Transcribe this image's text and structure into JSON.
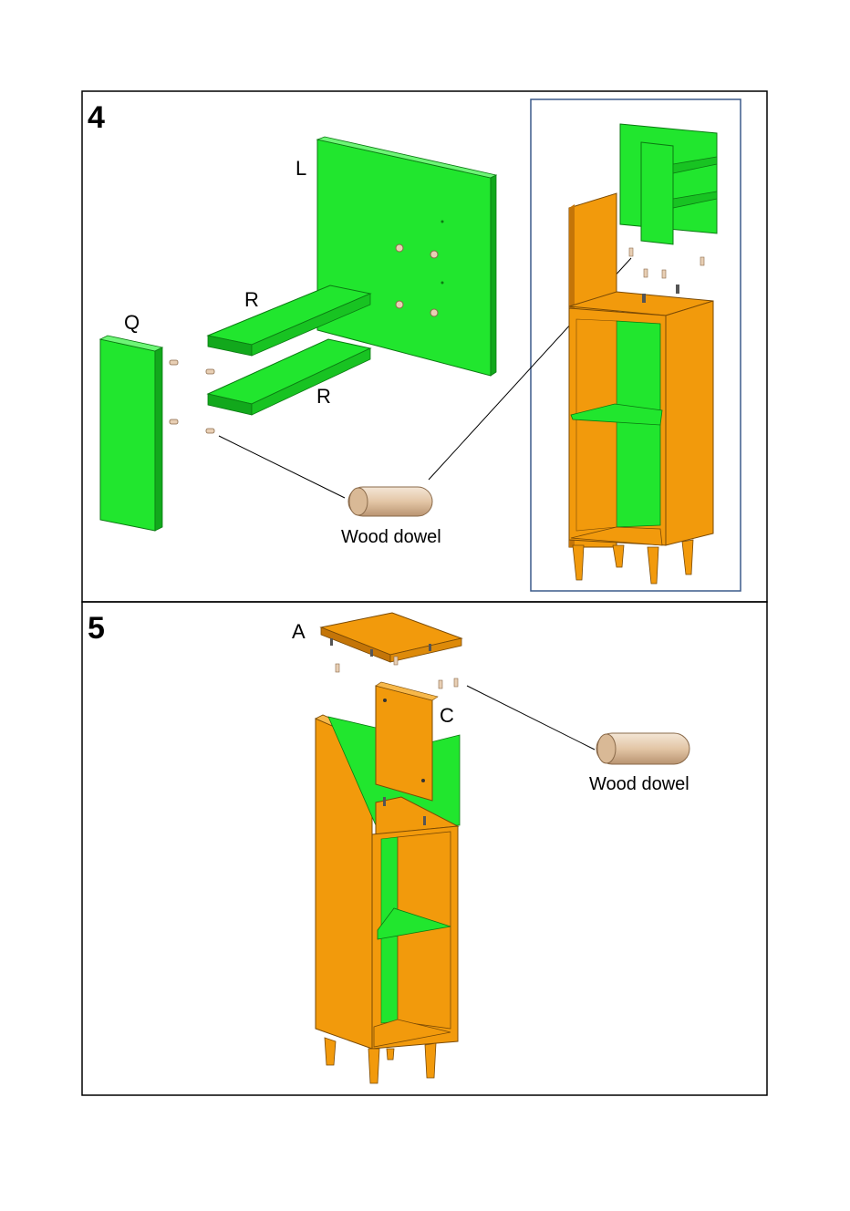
{
  "steps": [
    {
      "number": "4",
      "labels": {
        "back_panel": "L",
        "shelf_1": "R",
        "shelf_2": "R",
        "side_panel": "Q"
      },
      "dowel_label": "Wood dowel"
    },
    {
      "number": "5",
      "labels": {
        "top_panel": "A",
        "upper_back": "C"
      },
      "dowel_label": "Wood dowel"
    }
  ],
  "colors": {
    "panel_green": "#21e62e",
    "panel_green_dark": "#12a81c",
    "panel_orange": "#f29a0c",
    "panel_orange_dark": "#c47508",
    "dowel": "#e8cfb4",
    "frame": "#000000",
    "inset_frame": "#3b5a8a"
  }
}
